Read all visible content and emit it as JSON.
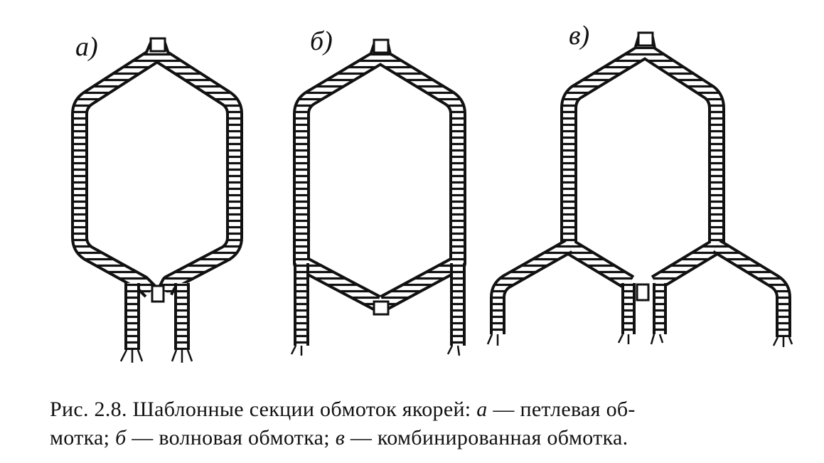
{
  "panels": [
    {
      "id": "a",
      "label": "а)"
    },
    {
      "id": "b",
      "label": "б)"
    },
    {
      "id": "c",
      "label": "в)"
    }
  ],
  "caption": {
    "line1_prefix": "Рис. 2.8. Шаблонные секции обмоток якорей: ",
    "line1_var": "а",
    "line1_suffix": " — петлевая об-",
    "line2_prefix": "мотка; ",
    "line2_var1": "б",
    "line2_mid": " — волновая обмотка; ",
    "line2_var2": "в",
    "line2_suffix": " — комбинированная обмотка."
  }
}
